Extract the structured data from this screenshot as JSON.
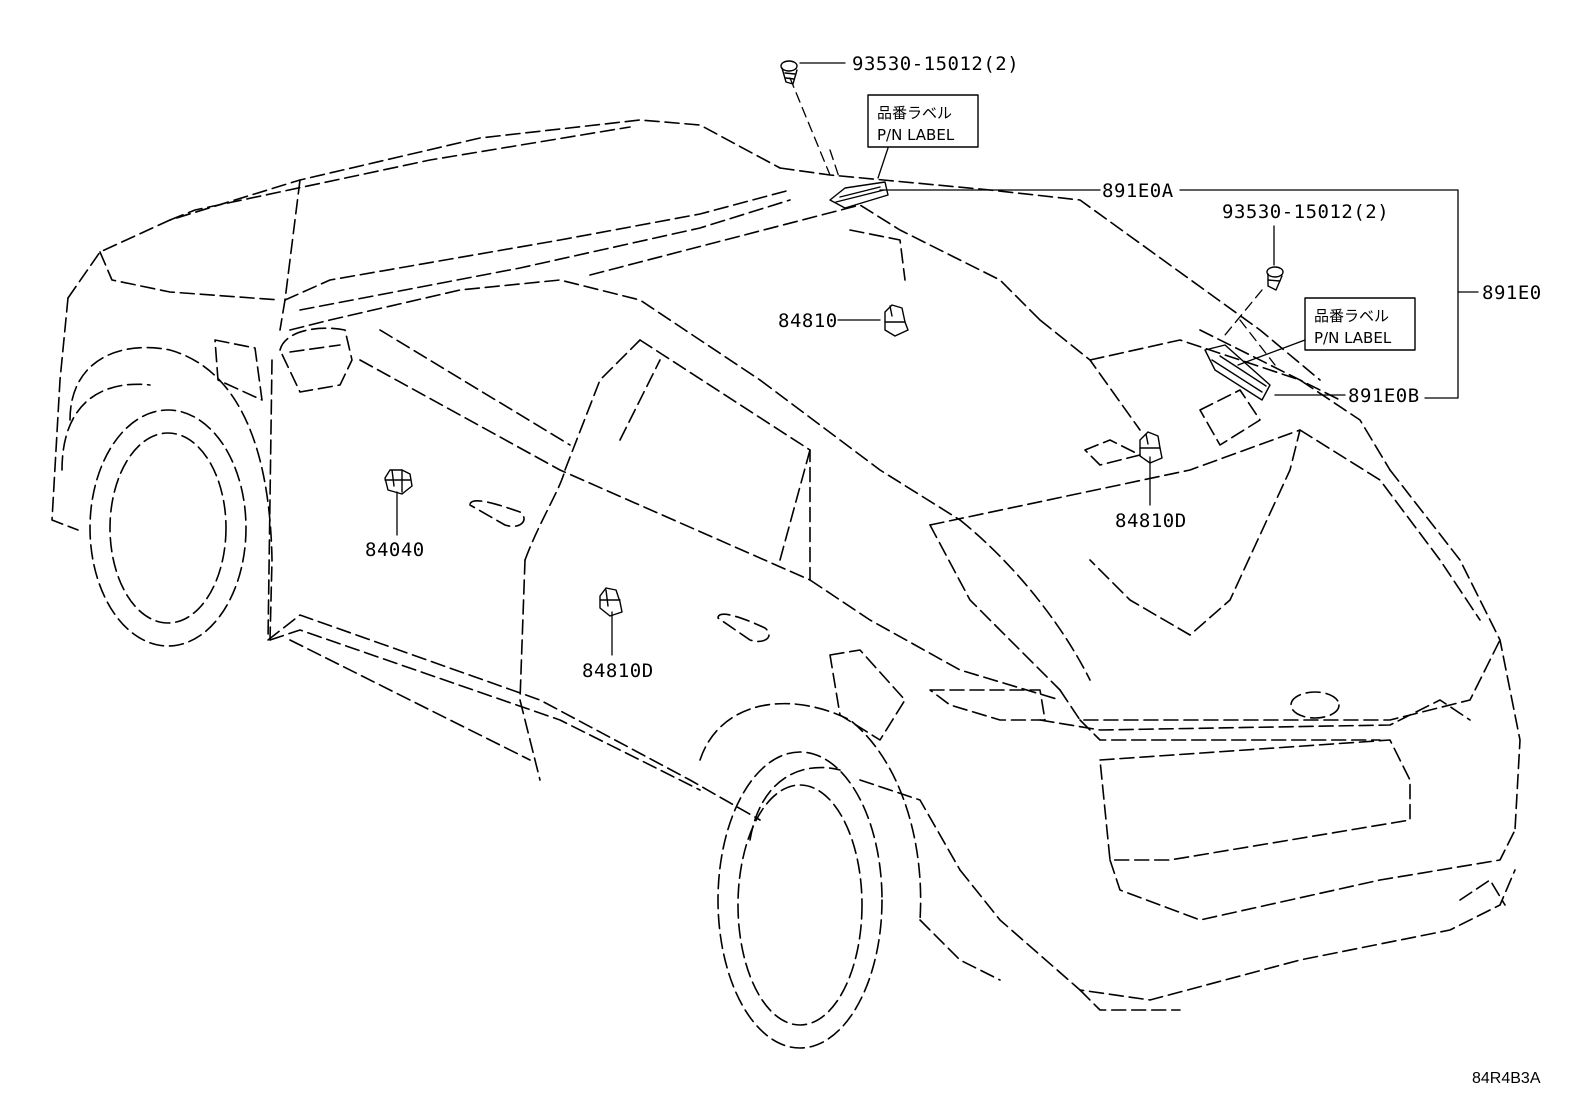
{
  "callouts": {
    "screw_top": "93530-15012(2)",
    "screw_right": "93530-15012(2)",
    "antenna_front": "891E0A",
    "antenna_rear": "891E0B",
    "antenna_assy": "891E0",
    "sensor_roof": "84810",
    "sensor_rear_door": "84810D",
    "sensor_front_door": "84040",
    "sensor_quarter": "84810D"
  },
  "pn_label_top": {
    "jp": "品番ラベル",
    "en": "P/N LABEL"
  },
  "pn_label_right": {
    "jp": "品番ラベル",
    "en": "P/N LABEL"
  },
  "figure_code": "84R4B3A"
}
